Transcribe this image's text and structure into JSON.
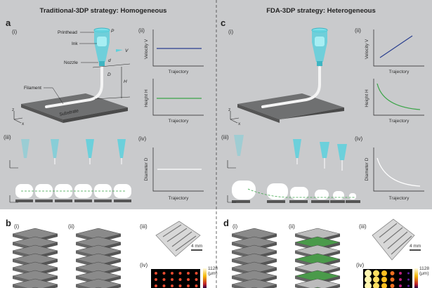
{
  "left": {
    "title": "Traditional-3DP strategy: Homogeneous",
    "panel_top": "a",
    "panel_bottom": "b",
    "labels": {
      "printhead": "Printhead",
      "ink": "Ink",
      "nozzle": "Nozzle",
      "filament": "Filament",
      "substrate": "Substrate",
      "P": "P",
      "V": "V",
      "d": "d",
      "D": "D",
      "H": "H"
    },
    "charts": {
      "velocity": "Velocity V",
      "height": "Height H",
      "diameter": "Diameter D",
      "trajectory": "Trajectory"
    },
    "trend": {
      "velocity": "constant",
      "height": "constant",
      "diameter": "constant"
    }
  },
  "right": {
    "title": "FDA-3DP strategy: Heterogeneous",
    "panel_top": "c",
    "panel_bottom": "d",
    "charts": {
      "velocity": "Velocity V",
      "height": "Height H",
      "diameter": "Diameter D",
      "trajectory": "Trajectory"
    },
    "trend": {
      "velocity": "increasing",
      "height": "decreasing",
      "diameter": "decreasing"
    }
  },
  "sub": {
    "i": "(i)",
    "ii": "(ii)",
    "iii": "(iii)",
    "iv": "(iv)"
  },
  "axes": {
    "x": "x",
    "y": "y",
    "z": "z"
  },
  "scale_bar": "4 mm",
  "colorbar": {
    "max": "1128",
    "unit": "(μm)"
  },
  "colors": {
    "panel_bg": "#c9cacc",
    "ink": "#5fd0dc",
    "velocity_line": "#2a3f8f",
    "height_line": "#3aa447",
    "filament": "#ffffff"
  }
}
